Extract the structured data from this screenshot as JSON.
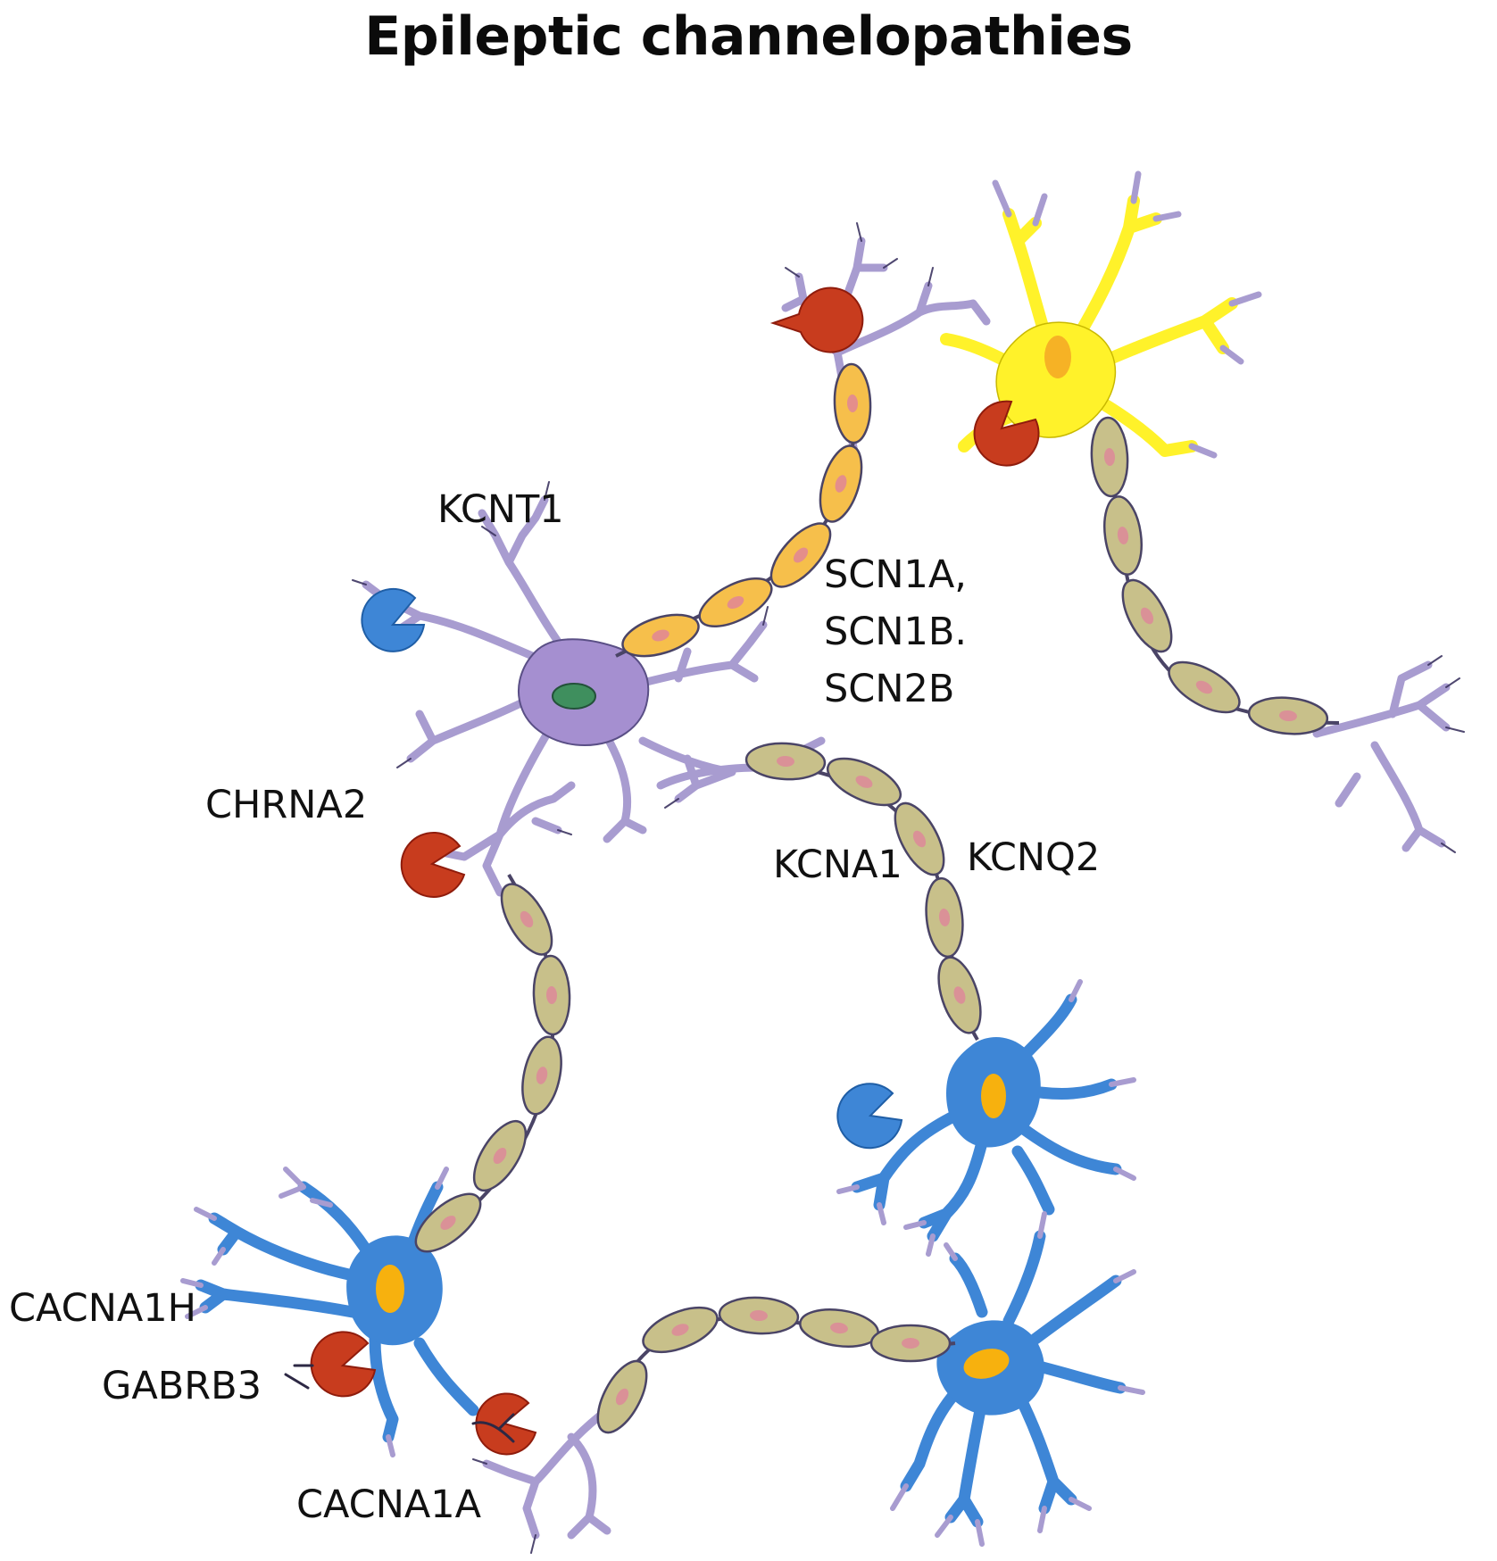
{
  "title": "Epileptic channelopathies",
  "labels": {
    "kcnt1": "KCNT1",
    "scn1a": "SCN1A,",
    "scn1b": "SCN1B.",
    "scn2b": "SCN2B",
    "chrna2": "CHRNA2",
    "kcna1": "KCNA1",
    "kcnq2": "KCNQ2",
    "cacna1h": "CACNA1H",
    "gabrb3": "GABRB3",
    "cacna1a": "CACNA1A"
  },
  "colors": {
    "dendrite_purple": "#a89cd0",
    "dendrite_outline": "#3c3460",
    "soma_purple": "#a58fd0",
    "nucleus_green": "#3f8f5e",
    "soma_yellow": "#fff22a",
    "nucleus_yellow_soma": "#f4a724",
    "soma_blue": "#3e86d6",
    "nucleus_orange": "#f7b10e",
    "myelin_orange": "#f6bf4b",
    "myelin_tan": "#c8c08a",
    "myelin_dot": "#e0829b",
    "receptor_red": "#c83c1e",
    "receptor_blue": "#3e86d6"
  }
}
